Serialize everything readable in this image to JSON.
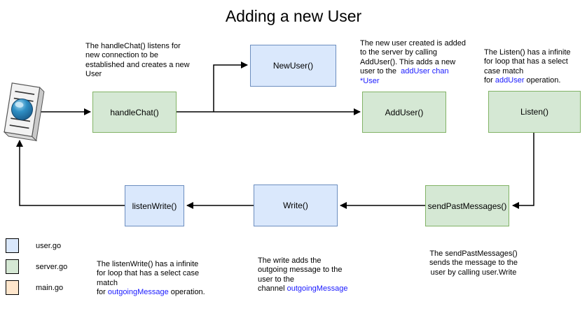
{
  "title": "Adding a new User",
  "colors": {
    "user_go_fill": "#dae8fc",
    "user_go_border": "#6c8ebf",
    "server_go_fill": "#d5e8d4",
    "server_go_border": "#82b366",
    "main_go_fill": "#ffe6cc",
    "main_go_border": "#d79b00",
    "link_text": "#1a1aff",
    "connector": "#000000"
  },
  "nodes": {
    "handleChat": {
      "label": "handleChat()",
      "file": "server.go"
    },
    "newUser": {
      "label": "NewUser()",
      "file": "user.go"
    },
    "addUser": {
      "label": "AddUser()",
      "file": "server.go"
    },
    "listen": {
      "label": "Listen()",
      "file": "server.go"
    },
    "listenWrite": {
      "label": "listenWrite()",
      "file": "user.go"
    },
    "write": {
      "label": "Write()",
      "file": "user.go"
    },
    "sendPastMessages": {
      "label": "sendPastMessages()",
      "file": "server.go"
    }
  },
  "annotations": {
    "handleChat": {
      "lines": [
        [
          {
            "t": "The handleChat() listens for"
          }
        ],
        [
          {
            "t": "new connection to be"
          }
        ],
        [
          {
            "t": "established and creates a new"
          }
        ],
        [
          {
            "t": "User"
          }
        ]
      ]
    },
    "addUser": {
      "lines": [
        [
          {
            "t": "The new user created is added"
          }
        ],
        [
          {
            "t": "to the server by calling"
          }
        ],
        [
          {
            "t": "AddUser(). This adds a new"
          }
        ],
        [
          {
            "t": "user to the  "
          },
          {
            "t": "addUser chan",
            "link": true
          }
        ],
        [
          {
            "t": "*User",
            "link": true
          }
        ]
      ]
    },
    "listen": {
      "lines": [
        [
          {
            "t": "The Listen() has a infinite"
          }
        ],
        [
          {
            "t": "for loop that has a select"
          }
        ],
        [
          {
            "t": "case match"
          }
        ],
        [
          {
            "t": "for "
          },
          {
            "t": "addUser",
            "link": true
          },
          {
            "t": " operation."
          }
        ]
      ]
    },
    "listenWrite": {
      "lines": [
        [
          {
            "t": "The listenWrite() has a infinite"
          }
        ],
        [
          {
            "t": "for loop that has a select case"
          }
        ],
        [
          {
            "t": "match"
          }
        ],
        [
          {
            "t": "for "
          },
          {
            "t": "outgoingMessage",
            "link": true
          },
          {
            "t": " operation."
          }
        ]
      ]
    },
    "write": {
      "lines": [
        [
          {
            "t": "The write adds the"
          }
        ],
        [
          {
            "t": "outgoing message to the"
          }
        ],
        [
          {
            "t": "user to the"
          }
        ],
        [
          {
            "t": "channel "
          },
          {
            "t": "outgoingMessage",
            "link": true
          }
        ]
      ]
    },
    "sendPastMessages": {
      "lines": [
        [
          {
            "t": "The sendPastMessages()"
          }
        ],
        [
          {
            "t": "sends the message to the"
          }
        ],
        [
          {
            "t": "user by calling user.Write"
          }
        ]
      ]
    }
  },
  "legend": {
    "items": [
      {
        "label": "user.go",
        "fill": "#dae8fc",
        "border": "#6c8ebf"
      },
      {
        "label": "server.go",
        "fill": "#d5e8d4",
        "border": "#82b366"
      },
      {
        "label": "main.go",
        "fill": "#ffe6cc",
        "border": "#d79b00"
      }
    ]
  }
}
